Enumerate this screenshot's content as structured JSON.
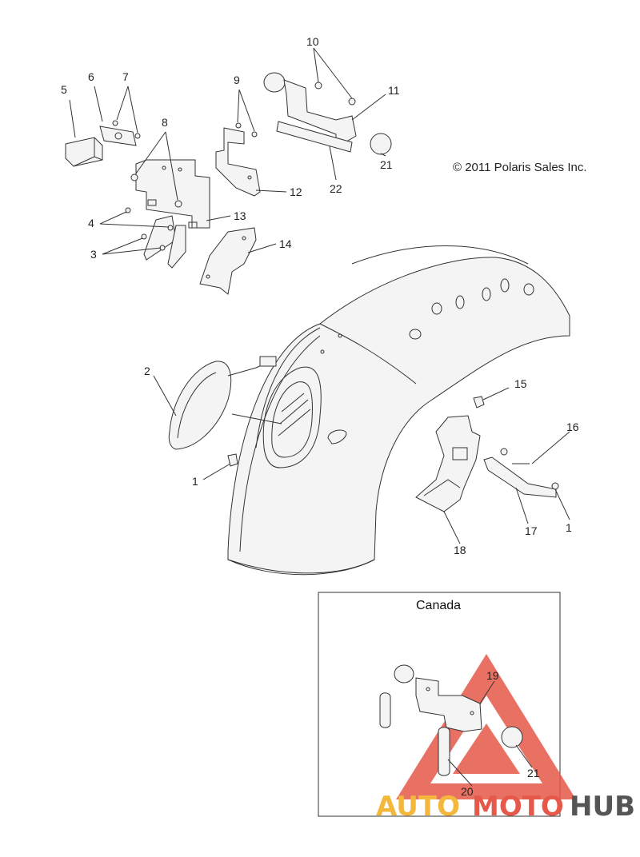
{
  "copyright": "© 2011 Polaris Sales Inc.",
  "inset_title": "Canada",
  "watermark": {
    "part1": "AUTO",
    "part2": "MOTO",
    "part3": "HUB",
    "color_auto": "#f3b73c",
    "color_moto": "#e6594a",
    "color_hub": "#555555"
  },
  "callouts": {
    "c1a": "1",
    "c1b": "1",
    "c2": "2",
    "c3": "3",
    "c4": "4",
    "c5": "5",
    "c6": "6",
    "c7": "7",
    "c8": "8",
    "c9": "9",
    "c10": "10",
    "c11": "11",
    "c12": "12",
    "c13": "13",
    "c14": "14",
    "c15": "15",
    "c16": "16",
    "c17": "17",
    "c18": "18",
    "c19": "19",
    "c20": "20",
    "c21a": "21",
    "c21b": "21",
    "c22": "22"
  }
}
